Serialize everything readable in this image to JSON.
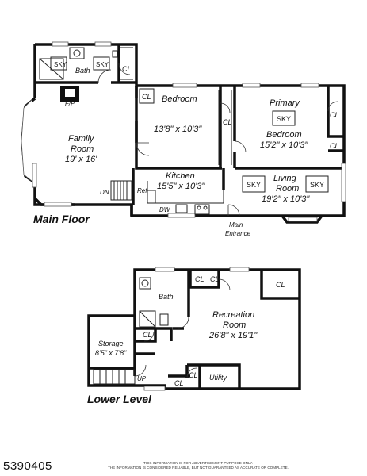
{
  "main_floor": {
    "title": "Main Floor",
    "rooms": {
      "bath": "Bath",
      "sky_bath_1": "SKY",
      "sky_bath_2": "SKY",
      "cl_bath": "CL",
      "fireplace": "F/P",
      "family_room_name_1": "Family",
      "family_room_name_2": "Room",
      "family_room_dims": "19' x 16'",
      "dn": "DN",
      "cl_bedroom_1": "CL",
      "bedroom_name": "Bedroom",
      "bedroom_dims": "13'8\" x 10'3\"",
      "cl_bedroom_2": "CL",
      "primary_name_1": "Primary",
      "sky_primary": "SKY",
      "primary_name_2": "Bedroom",
      "primary_dims": "15'2\" x 10'3\"",
      "cl_primary_1": "CL",
      "cl_primary_2": "CL",
      "kitchen_name": "Kitchen",
      "kitchen_dims": "15'5\" x 10'3\"",
      "ref": "Ref",
      "dw": "DW",
      "living_name_1": "Living",
      "living_name_2": "Room",
      "living_dims": "19'2\" x 10'3\"",
      "sky_living_1": "SKY",
      "sky_living_2": "SKY",
      "entrance_1": "Main",
      "entrance_2": "Entrance"
    }
  },
  "lower_level": {
    "title": "Lower Level",
    "rooms": {
      "cl_top_1": "CL",
      "cl_top_2": "CL",
      "cl_top_right": "CL",
      "bath": "Bath",
      "rec_name_1": "Recreation",
      "rec_name_2": "Room",
      "rec_dims": "26'8\" x 19'1\"",
      "cl_mid": "CL",
      "storage_name": "Storage",
      "storage_dims": "8'5\" x 7'8\"",
      "up": "UP",
      "cl_bottom_1": "CL",
      "cl_bottom_2": "CL",
      "utility": "Utility"
    }
  },
  "footer": {
    "listing_id": "5390405",
    "disclaimer_1": "THIS INFORMATION IS FOR ADVERTISEMENT PURPOSE ONLY.",
    "disclaimer_2": "THE INFORMATION IS CONSIDERED RELIABLE, BUT NOT GUARANTEED AS ACCURATE OR COMPLETE."
  }
}
